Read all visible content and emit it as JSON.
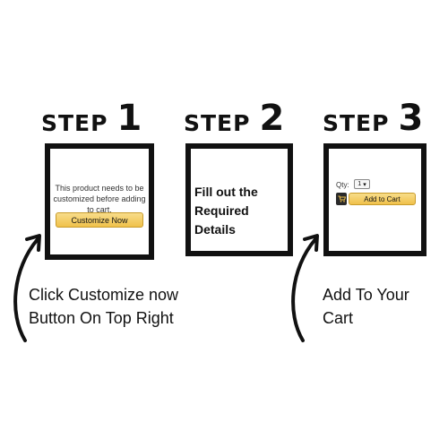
{
  "steps": [
    {
      "word": "STEP",
      "number": "1"
    },
    {
      "word": "STEP",
      "number": "2"
    },
    {
      "word": "STEP",
      "number": "3"
    }
  ],
  "panel1": {
    "message_line1": "This product needs to be",
    "message_line2": "customized before adding to cart.",
    "button_label": "Customize Now"
  },
  "panel2": {
    "line1": "Fill out the",
    "line2": "Required Details"
  },
  "panel3": {
    "qty_label": "Qty:",
    "qty_value": "1",
    "cart_button_label": "Add to Cart"
  },
  "captions": {
    "left_line1": "Click Customize now",
    "left_line2": "Button On Top Right",
    "right_line1": "Add To Your",
    "right_line2": "Cart"
  },
  "colors": {
    "button_gold": "#f0c14b",
    "frame": "#111111"
  }
}
